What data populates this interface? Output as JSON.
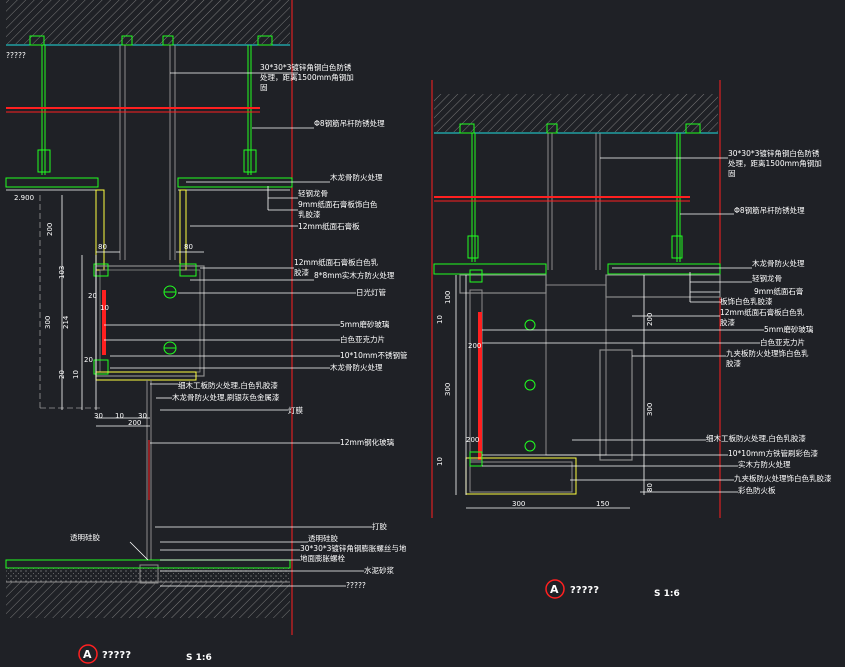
{
  "left": {
    "labels": [
      "30*30*3镀锌角钢白色防锈",
      "处理，距离1500mm角钢加",
      "固",
      "Φ8钢筋吊杆防锈处理",
      "木龙骨防火处理",
      "轻钢龙骨",
      "9mm纸面石膏板饰白色",
      "乳胶漆",
      "12mm纸面石膏板",
      "12mm纸面石膏板白色乳",
      "胶漆",
      "8*8mm实木方防火处理",
      "日光灯管",
      "5mm磨砂玻璃",
      "白色亚克力片",
      "10*10mm不锈钢管",
      "木龙骨防火处理",
      "细木工板防火处理,白色乳胶漆",
      "木龙骨防火处理,刷银灰色金属漆",
      "灯膜",
      "12mm钢化玻璃",
      "打胶",
      "透明硅胶",
      "透明硅胶",
      "30*30*3镀锌角钢膨胀螺丝与地",
      "地面膨胀螺栓",
      "水泥砂浆",
      "?????"
    ],
    "level_tag": "?????",
    "level_mark": "2.900",
    "dims_left": [
      "200",
      "103",
      "20",
      "10",
      "300",
      "214",
      "20",
      "10",
      "20"
    ],
    "dims_top": [
      "80",
      "80"
    ],
    "dims_bottom": [
      "30",
      "10",
      "30",
      "200"
    ],
    "title_marker": "A",
    "title": "?????",
    "scale": "S 1:6"
  },
  "right": {
    "labels": [
      "30*30*3镀锌角钢白色防锈",
      "处理，距离1500mm角钢加",
      "固",
      "Φ8钢筋吊杆防锈处理",
      "木龙骨防火处理",
      "轻钢龙骨",
      "9mm纸面石膏",
      "板饰白色乳胶漆",
      "12mm纸面石膏板白色乳",
      "胶漆",
      "5mm磨砂玻璃",
      "白色亚克力片",
      "九夹板防火处理饰白色乳",
      "胶漆",
      "细木工板防火处理,白色乳胶漆",
      "10*10mm方铁管刷彩色漆",
      "实木方防火处理",
      "九夹板防火处理饰白色乳胶漆",
      "彩色防火板"
    ],
    "dims_left": [
      "100",
      "10",
      "200",
      "300",
      "200",
      "10"
    ],
    "dims_mid": [
      "200",
      "300",
      "80"
    ],
    "dims_bottom": [
      "300",
      "150"
    ],
    "title_marker": "A",
    "title": "?????",
    "scale": "S 1:6"
  },
  "colors": {
    "background": "#1f2126",
    "line": "#ffffff",
    "green": "#20ff20",
    "red": "#ff2020",
    "yellow": "#ffff40",
    "cyan": "#20e0e0",
    "gray": "#8c8c8c"
  }
}
